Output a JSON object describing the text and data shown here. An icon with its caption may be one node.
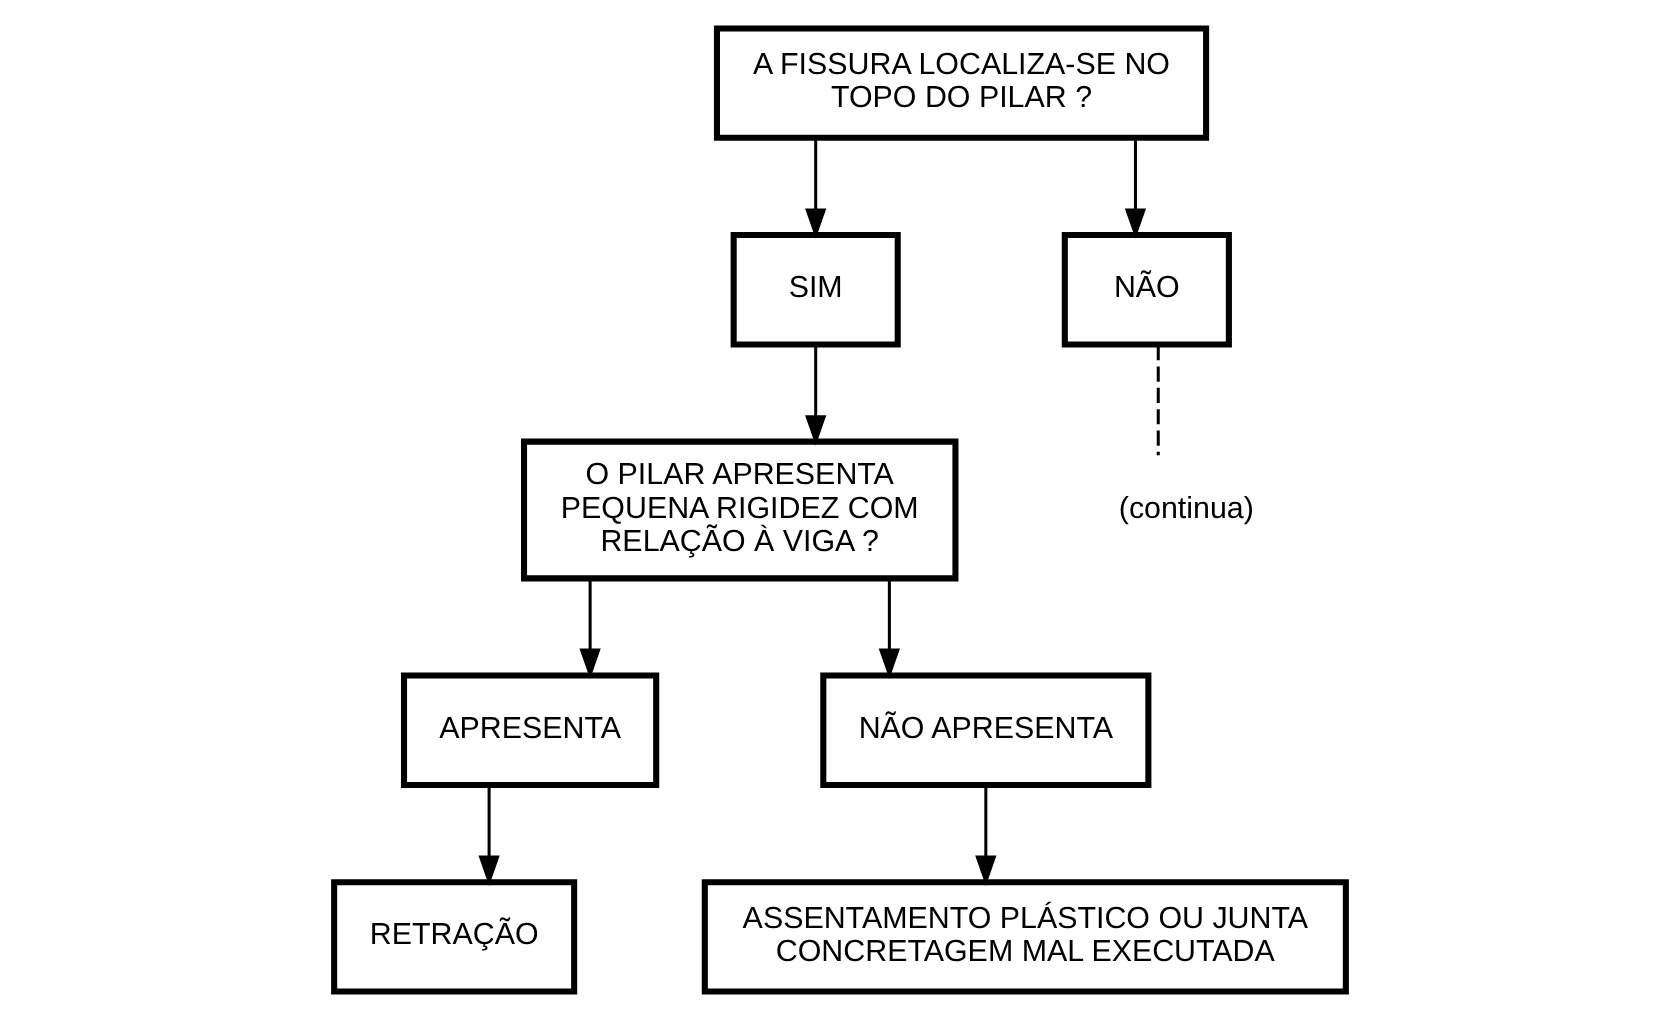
{
  "diagram": {
    "nodes": [
      {
        "text": [
          "A FISSURA LOCALIZA-SE NO TOPO DO PILAR ?"
        ]
      },
      {
        "text": [
          "SIM"
        ]
      },
      {
        "text": [
          "NÃO"
        ]
      },
      {
        "text": [
          "(continua)"
        ]
      },
      {
        "text": [
          "O PILAR APRESENTA PEQUENA RIGIDEZ COM RELAÇÃO À VIGA ?"
        ]
      },
      {
        "text": [
          "APRESENTA"
        ]
      },
      {
        "text": [
          "NÃO APRESENTA"
        ]
      },
      {
        "text": [
          "RETRAÇÃO"
        ]
      },
      {
        "text": [
          "ASSENTAMENTO PLÁSTICO OU JUNTA CONCRETAGEM MAL EXECUTADA"
        ]
      }
    ],
    "edges": [
      {
        "from": 0,
        "to": 1,
        "arrow": "to"
      },
      {
        "from": 0,
        "to": 2,
        "arrow": "to"
      },
      {
        "from": 2,
        "to": 3,
        "arrow": "none",
        "style": "dashed"
      },
      {
        "from": 1,
        "to": 4,
        "arrow": "to"
      },
      {
        "from": 4,
        "to": 5,
        "arrow": "to"
      },
      {
        "from": 4,
        "to": 6,
        "arrow": "to"
      },
      {
        "from": 5,
        "to": 7,
        "arrow": "to"
      },
      {
        "from": 6,
        "to": 8,
        "arrow": "to"
      }
    ]
  }
}
